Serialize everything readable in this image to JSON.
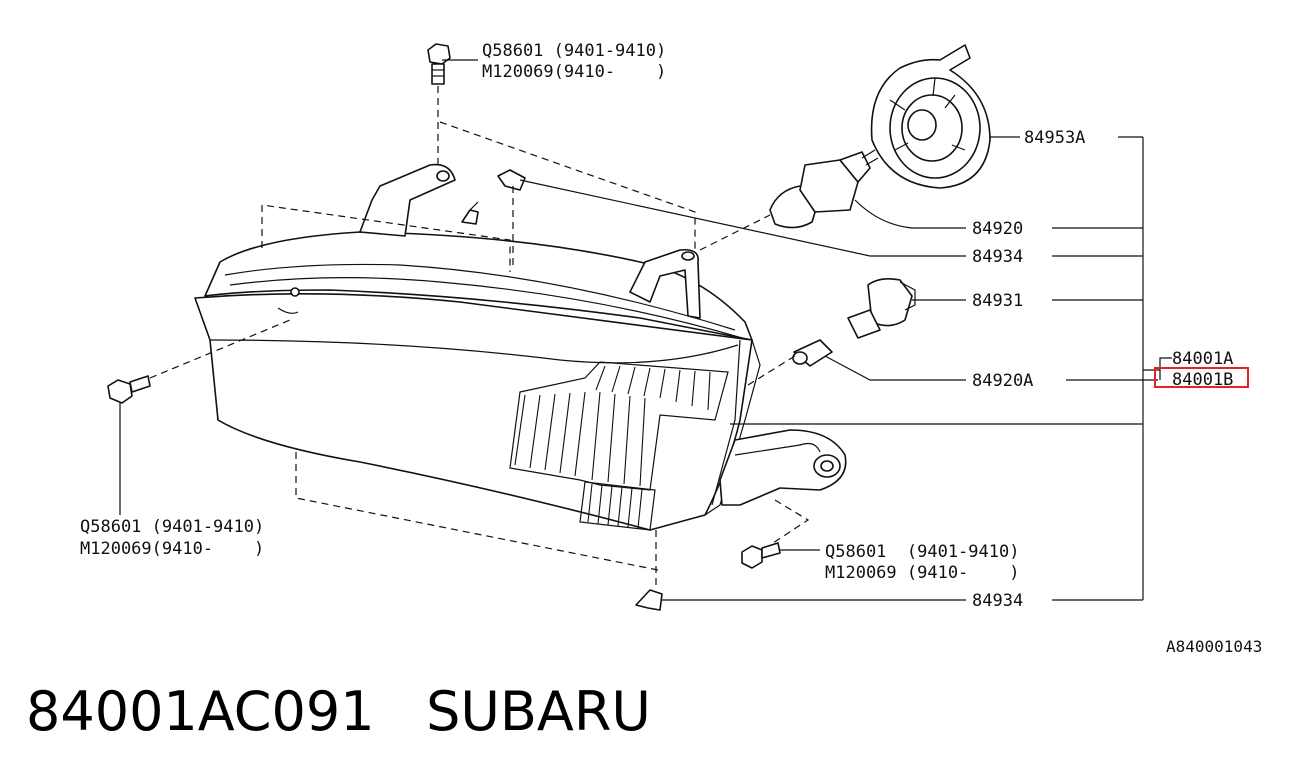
{
  "callouts": {
    "top_bolt_line1": "Q58601 (9401-9410)",
    "top_bolt_line2": "M120069(9410-    )",
    "left_bolt_line1": "Q58601 (9401-9410)",
    "left_bolt_line2": "M120069(9410-    )",
    "bottom_bolt_line1": "Q58601  (9401-9410)",
    "bottom_bolt_line2": "M120069 (9410-    )",
    "p84953A": "84953A",
    "p84920": "84920",
    "p84934_upper": "84934",
    "p84931": "84931",
    "p84001A": "84001A",
    "p84001B": "84001B",
    "p84920A": "84920A",
    "p84934_lower": "84934"
  },
  "diagram_code": "A840001043",
  "highlight": {
    "target": "84001B",
    "color": "#e8202a"
  },
  "footer": {
    "part_number": "84001AC091",
    "brand": "SUBARU"
  }
}
